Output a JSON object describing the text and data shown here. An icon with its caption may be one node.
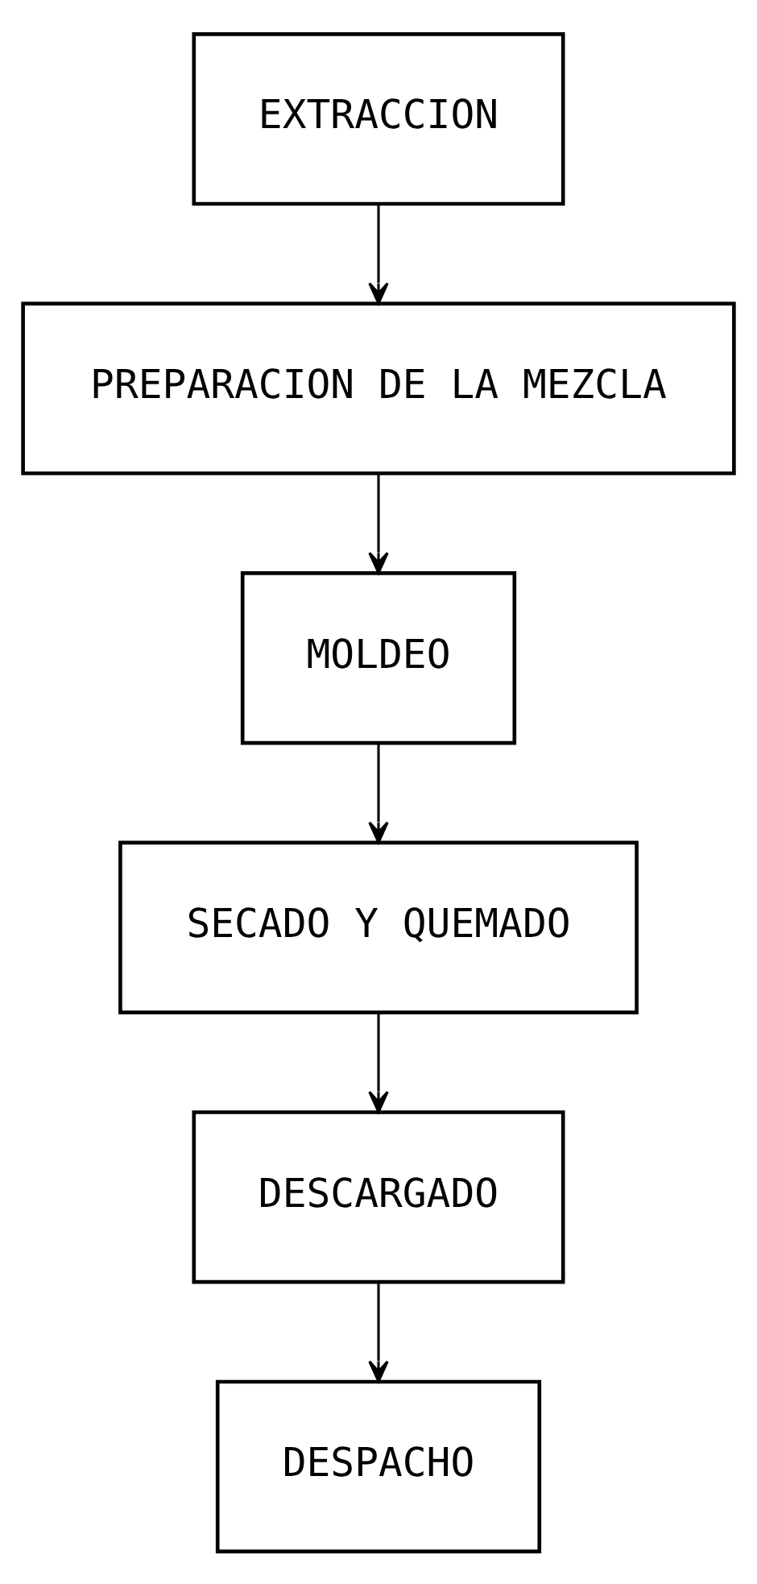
{
  "diagram": {
    "nodes": [
      {
        "text": [
          "EXTRACCION"
        ]
      },
      {
        "text": [
          "PREPARACION DE LA MEZCLA"
        ]
      },
      {
        "text": [
          "MOLDEO"
        ]
      },
      {
        "text": [
          "SECADO Y QUEMADO"
        ]
      },
      {
        "text": [
          "DESCARGADO"
        ]
      },
      {
        "text": [
          "DESPACHO"
        ]
      }
    ],
    "edges": [
      {
        "from": 0,
        "to": 1,
        "arrow": "to"
      },
      {
        "from": 1,
        "to": 2,
        "arrow": "to"
      },
      {
        "from": 2,
        "to": 3,
        "arrow": "to"
      },
      {
        "from": 3,
        "to": 4,
        "arrow": "to"
      },
      {
        "from": 4,
        "to": 5,
        "arrow": "to"
      }
    ]
  }
}
